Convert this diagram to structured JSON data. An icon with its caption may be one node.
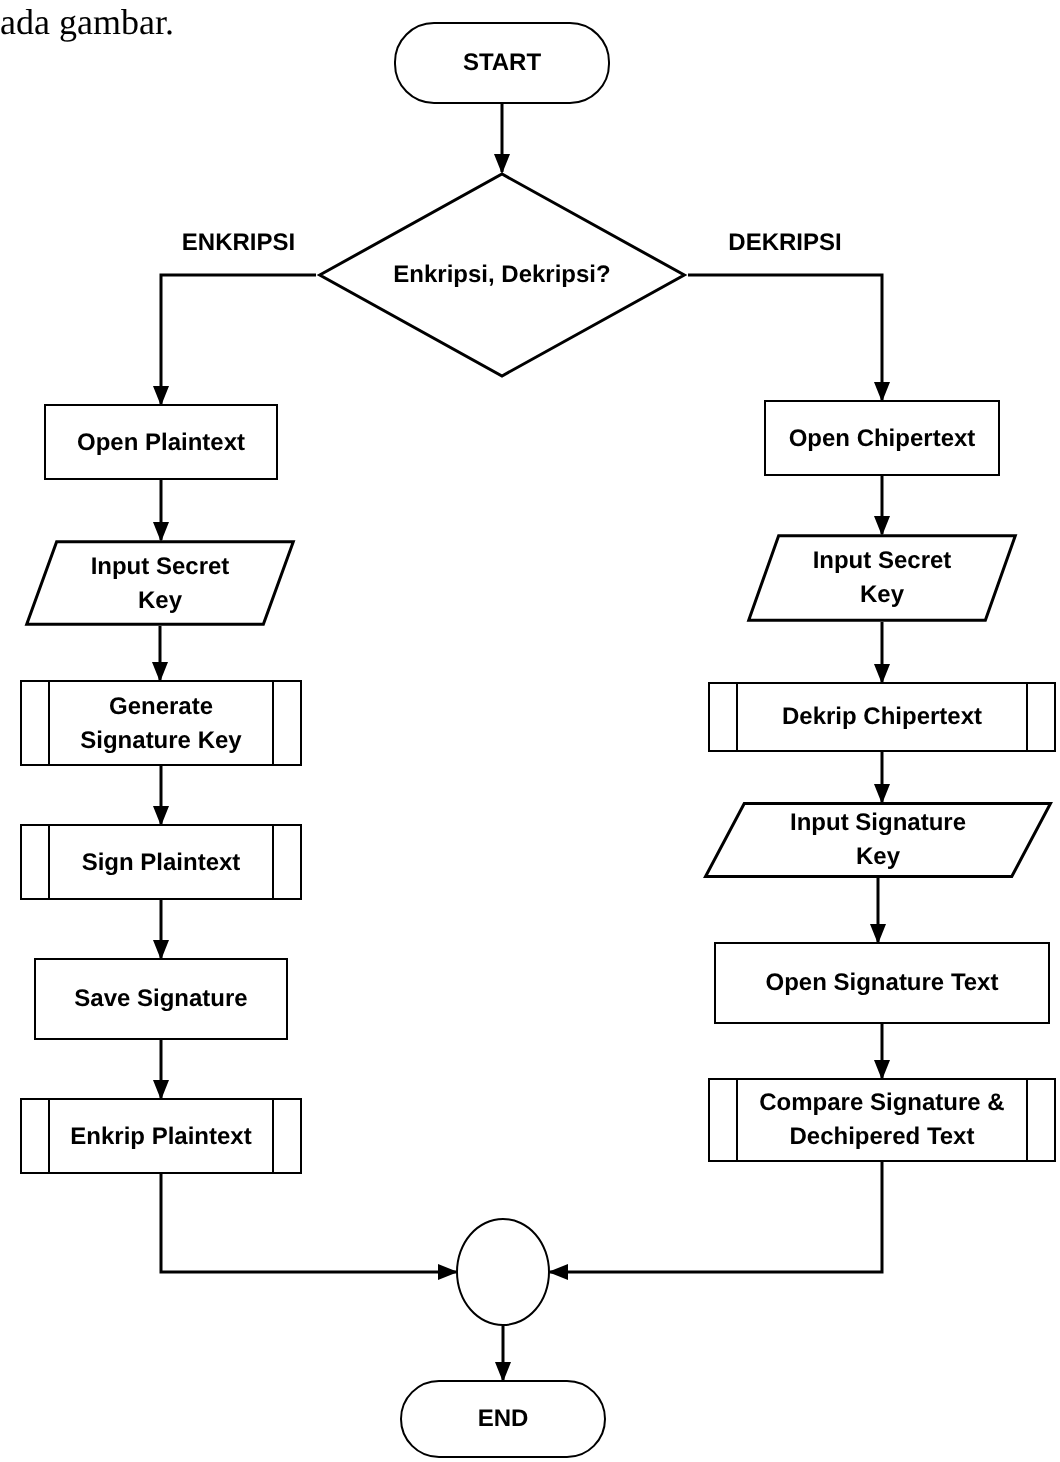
{
  "diagram": {
    "nodes": [
      {
        "text": [
          "START"
        ]
      },
      {
        "text": [
          "Enkripsi, Dekripsi?"
        ]
      },
      {
        "text": [
          "Open Plaintext"
        ]
      },
      {
        "text": [
          "Input Secret Key"
        ]
      },
      {
        "text": [
          "Generate Signature Key"
        ]
      },
      {
        "text": [
          "Sign Plaintext"
        ]
      },
      {
        "text": [
          "Save Signature"
        ]
      },
      {
        "text": [
          "Enkrip Plaintext"
        ]
      },
      {
        "text": [
          "Open Chipertext"
        ]
      },
      {
        "text": [
          "Input Secret Key"
        ]
      },
      {
        "text": [
          "Dekrip Chipertext"
        ]
      },
      {
        "text": [
          "Input Signature Key"
        ]
      },
      {
        "text": [
          "Open Signature Text"
        ]
      },
      {
        "text": [
          "Compare Signature & Dechipered Text"
        ]
      },
      {
        "text": [],
        "shape": "circle"
      },
      {
        "text": [
          "END"
        ]
      }
    ],
    "edges": [
      {
        "from": 0,
        "to": 1,
        "arrow": "to"
      },
      {
        "from": 1,
        "to": 2,
        "arrow": "to",
        "label": "ENKRIPSI"
      },
      {
        "from": 1,
        "to": 8,
        "arrow": "to",
        "label": "DEKRIPSI"
      },
      {
        "from": 2,
        "to": 3,
        "arrow": "to"
      },
      {
        "from": 3,
        "to": 4,
        "arrow": "to"
      },
      {
        "from": 4,
        "to": 5,
        "arrow": "to"
      },
      {
        "from": 5,
        "to": 6,
        "arrow": "to"
      },
      {
        "from": 6,
        "to": 7,
        "arrow": "to"
      },
      {
        "from": 8,
        "to": 9,
        "arrow": "to"
      },
      {
        "from": 9,
        "to": 10,
        "arrow": "to"
      },
      {
        "from": 10,
        "to": 11,
        "arrow": "to"
      },
      {
        "from": 11,
        "to": 12,
        "arrow": "to"
      },
      {
        "from": 12,
        "to": 13,
        "arrow": "to"
      },
      {
        "from": 7,
        "to": 14,
        "arrow": "to"
      },
      {
        "from": 13,
        "to": 14,
        "arrow": "to"
      },
      {
        "from": 14,
        "to": 15,
        "arrow": "to"
      }
    ],
    "labels": [
      "ada gambar."
    ]
  }
}
